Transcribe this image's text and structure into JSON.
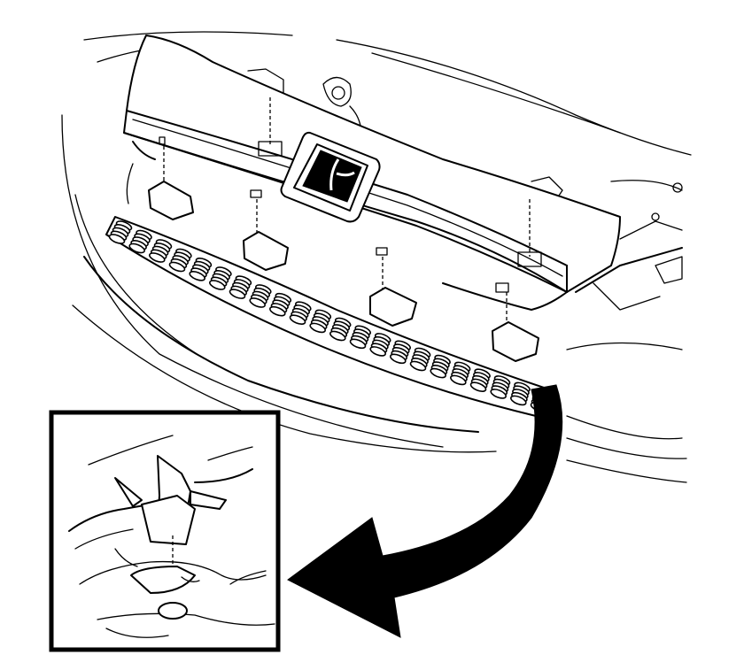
{
  "diagram": {
    "description_parts": [
      "grille",
      "mesh",
      "emblem",
      "retaining-clips",
      "detail-inset",
      "pointer-arrow"
    ],
    "colors": {
      "line": "#000000",
      "background": "#ffffff"
    },
    "icons": [
      "emblem-icon",
      "arrow-icon"
    ]
  }
}
